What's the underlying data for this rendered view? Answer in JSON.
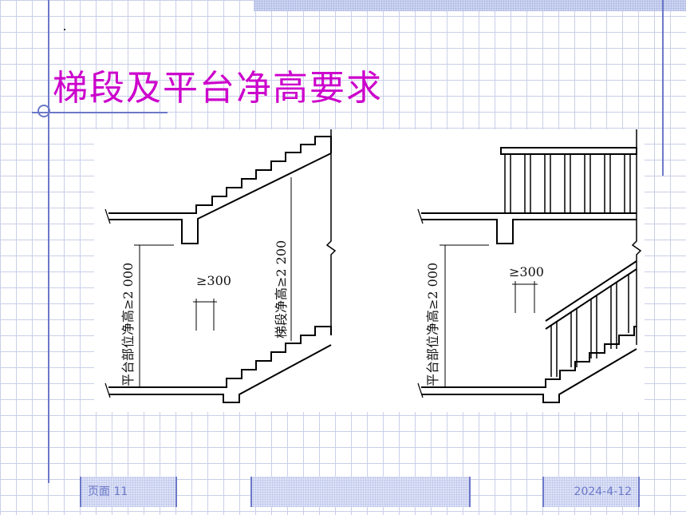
{
  "title": "梯段及平台净高要求",
  "diagram": {
    "left": {
      "platform_label": "平台部位净高≥2 000",
      "flight_label": "梯段净高≥2 200",
      "offset_label": "≥300"
    },
    "right": {
      "platform_label": "平台部位净高≥2 000",
      "offset_label": "≥300"
    }
  },
  "footer": {
    "page_label": "页面 11",
    "date": "2024-4-12"
  },
  "colors": {
    "title": "#cc00cc",
    "accent": "#6b78c8",
    "grid": "#c9cfe8"
  }
}
